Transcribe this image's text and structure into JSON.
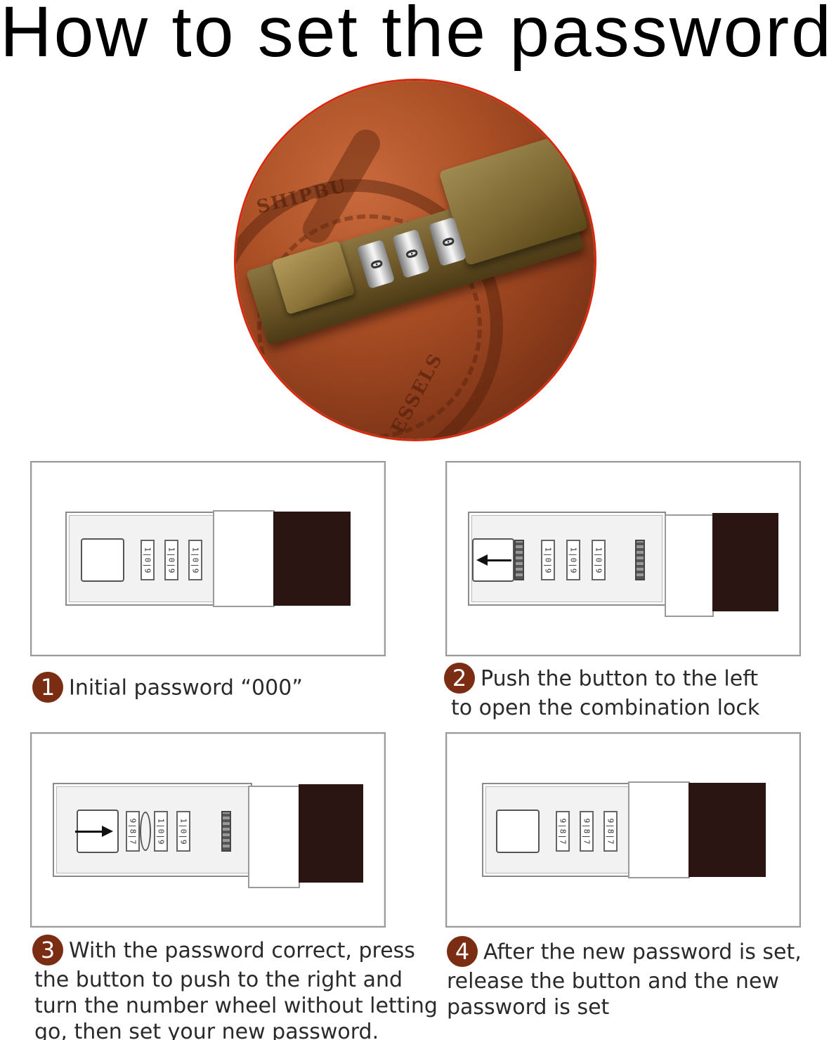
{
  "title": "How to set the password",
  "hero": {
    "emboss_top": "SHIPBU",
    "emboss_bottom": "ESSELS",
    "dials": [
      "0",
      "0",
      "0"
    ]
  },
  "steps": [
    {
      "number": "1",
      "lines": [
        "Initial password “000”"
      ],
      "wheels": [
        "1|0|9",
        "1|0|9",
        "1|0|9"
      ]
    },
    {
      "number": "2",
      "lines": [
        "Push the button to the left",
        "to open the combination lock"
      ],
      "wheels": [
        "1|0|9",
        "1|0|9",
        "1|0|9"
      ]
    },
    {
      "number": "3",
      "lines": [
        "With the password correct, press",
        "the button to push to the right and",
        "turn the number wheel without letting",
        "go, then set your new password."
      ],
      "wheels": [
        "9|8|7",
        "1|0|9",
        "1|0|9"
      ]
    },
    {
      "number": "4",
      "lines": [
        "After the new password is set,",
        "release the button and the new",
        "password is set"
      ],
      "wheels": [
        "9|8|7",
        "9|8|7",
        "9|8|7"
      ]
    }
  ],
  "colors": {
    "step_badge": "#7a2d13",
    "strap": "#2b1512",
    "hero_ring": "#d62a10"
  }
}
